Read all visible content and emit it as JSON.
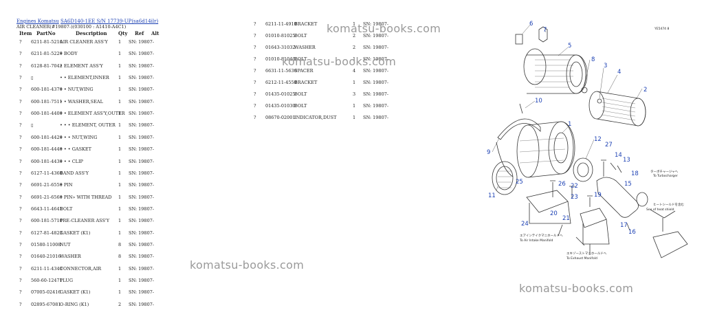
{
  "header": {
    "breadcrumb": [
      {
        "label": "Engines Komatsu"
      },
      {
        "label": "SA6D140-1EE S/N 17739-UP(sa6d14ilr)"
      }
    ],
    "subtitle": "AIR CLEANER(#19807-)(030100 : A1410-A4C1)"
  },
  "table": {
    "columns": [
      "Item",
      "PartNo",
      "Description",
      "Qty",
      "Ref",
      "Alt"
    ],
    "rows_left": [
      {
        "item": "?",
        "part": "6211-81-5210",
        "desc": "AIR CLEANER ASS'Y",
        "qty": "1",
        "ref": "SN: 19807-"
      },
      {
        "item": "?",
        "part": "6211-81-5220",
        "desc": "• BODY",
        "qty": "1",
        "ref": "SN: 19807-"
      },
      {
        "item": "?",
        "part": "6128-81-7042",
        "desc": "• ELEMENT ASS'Y",
        "qty": "1",
        "ref": "SN: 19807-"
      },
      {
        "item": "?",
        "part": "▯",
        "desc": "• • ELEMENT,INNER",
        "qty": "1",
        "ref": "SN: 19807-"
      },
      {
        "item": "?",
        "part": "600-181-4370",
        "desc": "• • NUT,WING",
        "qty": "1",
        "ref": "SN: 19807-"
      },
      {
        "item": "?",
        "part": "600-181-7511",
        "desc": "• • WASHER,SEAL",
        "qty": "1",
        "ref": "SN: 19807-"
      },
      {
        "item": "?",
        "part": "600-181-4400",
        "desc": "• • ELEMENT ASS'Y,OUTER",
        "qty": "1",
        "ref": "SN: 19807-"
      },
      {
        "item": "?",
        "part": "▯",
        "desc": "• • • ELEMENT, OUTER",
        "qty": "1",
        "ref": "SN: 19807-"
      },
      {
        "item": "?",
        "part": "600-181-4420",
        "desc": "• • • NUT,WING",
        "qty": "1",
        "ref": "SN: 19807-"
      },
      {
        "item": "?",
        "part": "600-181-4440",
        "desc": "• • • GASKET",
        "qty": "1",
        "ref": "SN: 19807-"
      },
      {
        "item": "?",
        "part": "600-181-4430",
        "desc": "• • • CLIP",
        "qty": "1",
        "ref": "SN: 19807-"
      },
      {
        "item": "?",
        "part": "6127-11-4360",
        "desc": "BAND ASS'Y",
        "qty": "1",
        "ref": "SN: 19807-"
      },
      {
        "item": "?",
        "part": "6691-21-6550",
        "desc": "• PIN",
        "qty": "1",
        "ref": "SN: 19807-"
      },
      {
        "item": "?",
        "part": "6691-21-6560",
        "desc": "• PIN» WITH THREAD",
        "qty": "1",
        "ref": "SN: 19807-"
      },
      {
        "item": "?",
        "part": "6643-11-4641",
        "desc": "BOLT",
        "qty": "1",
        "ref": "SN: 19807-"
      },
      {
        "item": "?",
        "part": "600-181-5710",
        "desc": "PRE-CLEANER ASS'Y",
        "qty": "1",
        "ref": "SN: 19807-"
      },
      {
        "item": "?",
        "part": "6127-81-4823",
        "desc": "GASKET (K1)",
        "qty": "1",
        "ref": "SN: 19807-"
      },
      {
        "item": "?",
        "part": "01580-11008",
        "desc": "NUT",
        "qty": "8",
        "ref": "SN: 19807-"
      },
      {
        "item": "?",
        "part": "01640-21016",
        "desc": "WASHER",
        "qty": "8",
        "ref": "SN: 19807-"
      },
      {
        "item": "?",
        "part": "6211-11-4340",
        "desc": "CONNECTOR,AIR",
        "qty": "1",
        "ref": "SN: 19807-"
      },
      {
        "item": "?",
        "part": "560-60-12471",
        "desc": "PLUG",
        "qty": "1",
        "ref": "SN: 19807-"
      },
      {
        "item": "?",
        "part": "07005-02416",
        "desc": "GASKET (K1)",
        "qty": "1",
        "ref": "SN: 19807-"
      },
      {
        "item": "?",
        "part": "02895-67081",
        "desc": "O-RING (K1)",
        "qty": "2",
        "ref": "SN: 19807-"
      }
    ],
    "rows_right": [
      {
        "item": "?",
        "part": "6211-11-4910",
        "desc": "BRACKET",
        "qty": "1",
        "ref": "SN: 19807-"
      },
      {
        "item": "?",
        "part": "01010-81025",
        "desc": "BOLT",
        "qty": "2",
        "ref": "SN: 19807-"
      },
      {
        "item": "?",
        "part": "01643-31032",
        "desc": "WASHER",
        "qty": "2",
        "ref": "SN: 19807-"
      },
      {
        "item": "?",
        "part": "01010-81040",
        "desc": "BOLT",
        "qty": "1",
        "ref": "SN: 19807-"
      },
      {
        "item": "?",
        "part": "6631-11-5630",
        "desc": "SPACER",
        "qty": "4",
        "ref": "SN: 19807-"
      },
      {
        "item": "?",
        "part": "6212-11-4550",
        "desc": "BRACKET",
        "qty": "1",
        "ref": "SN: 19807-"
      },
      {
        "item": "?",
        "part": "01435-01025",
        "desc": "BOLT",
        "qty": "3",
        "ref": "SN: 19807-"
      },
      {
        "item": "?",
        "part": "01435-01030",
        "desc": "BOLT",
        "qty": "1",
        "ref": "SN: 19807-"
      },
      {
        "item": "?",
        "part": "08670-02001",
        "desc": "INDICATOR,DUST",
        "qty": "1",
        "ref": "SN: 19807-"
      }
    ]
  },
  "watermark": "komatsu-books.com",
  "diagram": {
    "code": "YE5474 8",
    "callouts": [
      "1",
      "2",
      "3",
      "4",
      "5",
      "6",
      "7",
      "8",
      "9",
      "10",
      "11",
      "12",
      "13",
      "14",
      "15",
      "16",
      "17",
      "18",
      "19",
      "20",
      "21",
      "22",
      "23",
      "24",
      "25",
      "26",
      "27"
    ],
    "annotations": {
      "turbo_jp": "ターボチャージャへ",
      "turbo_en": "To Turbocharger",
      "heat_shield_jp": "ヒートシールドを含む",
      "heat_shield_en": "See of heat shield",
      "intake_jp": "エアインテイクマニホールドへ",
      "intake_en": "To Air Intake Manifold",
      "exhaust_jp": "エキゾーストマニホールドへ",
      "exhaust_en": "To Exhaust Manifold"
    }
  },
  "colors": {
    "link": "#1a3fb3",
    "callout": "#1a3fb3",
    "watermark": "#9a9a9a"
  }
}
